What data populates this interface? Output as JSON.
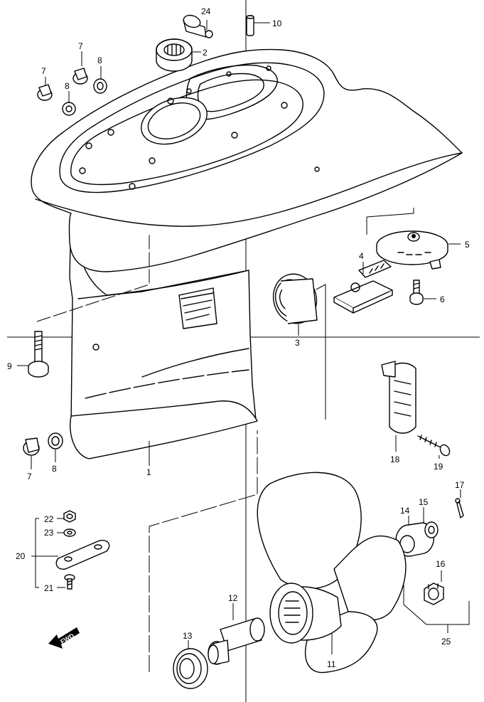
{
  "labels": {
    "p1": "1",
    "p2": "2",
    "p3": "3",
    "p4": "4",
    "p5": "5",
    "p6": "6",
    "p7a": "7",
    "p7b": "7",
    "p7c": "7",
    "p8a": "8",
    "p8b": "8",
    "p8c": "8",
    "p9": "9",
    "p10": "10",
    "p11": "11",
    "p12": "12",
    "p13": "13",
    "p14": "14",
    "p15": "15",
    "p16": "16",
    "p17": "17",
    "p18": "18",
    "p19": "19",
    "p20": "20",
    "p21": "21",
    "p22": "22",
    "p23": "23",
    "p24": "24",
    "p25": "25"
  },
  "fwd_badge": "FWD"
}
